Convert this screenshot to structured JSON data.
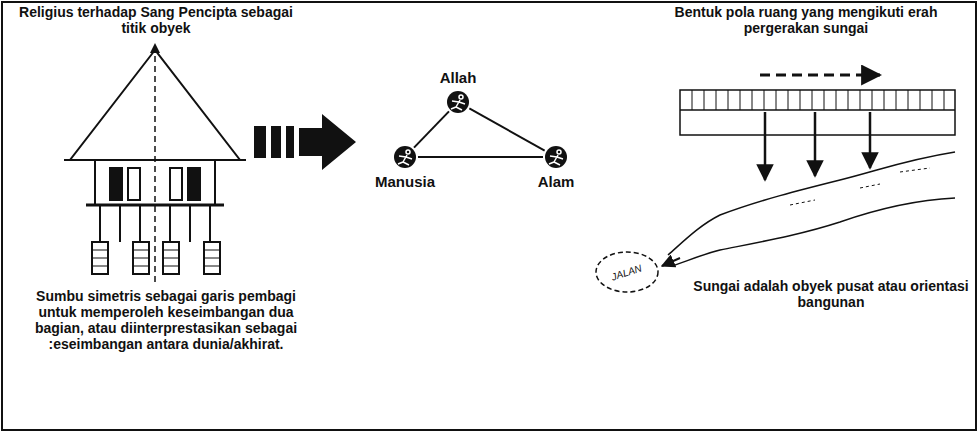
{
  "diagram": {
    "nodes": [
      {
        "text": [
          "Allah"
        ]
      },
      {
        "text": [
          "Manusia"
        ]
      },
      {
        "text": [
          "Alam"
        ]
      },
      {
        "text": [
          "JALAN"
        ]
      }
    ],
    "edges": [
      {
        "from": 0,
        "to": 1,
        "arrow": "none"
      },
      {
        "from": 1,
        "to": 2,
        "arrow": "none"
      },
      {
        "from": 2,
        "to": 0,
        "arrow": "none"
      }
    ],
    "labels": [
      "Religius terhadap Sang Pencipta sebagai titik obyek",
      "Sumbu simetris sebagai garis pembagi untuk memperoleh keseimbangan dua bagian, atau diinterprestasikan sebagai :eseimbangan antara dunia/akhirat.",
      "Bentuk pola ruang yang mengikuti erah pergerakan sungai",
      "Sungai adalah obyek pusat atau orientasi bangunan"
    ]
  }
}
